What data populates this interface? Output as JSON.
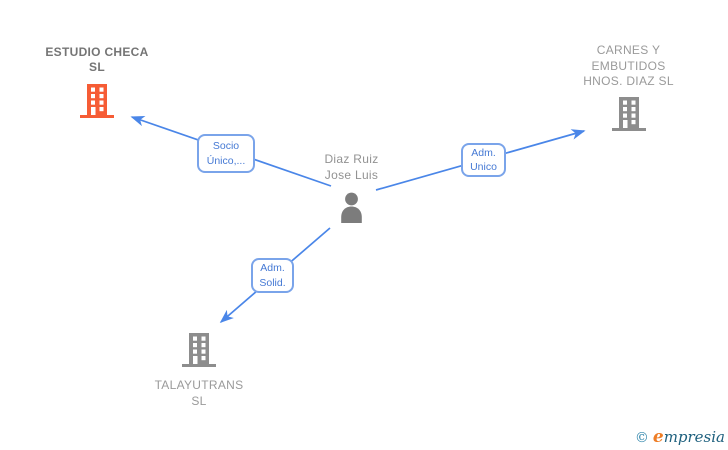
{
  "colors": {
    "edge_blue": "#4a86e8",
    "label_text_blue": "#4579d4",
    "label_border_blue": "#7aa4ea",
    "highlight_orange": "#f65c35",
    "icon_gray": "#8d8d8d",
    "company_text_gray": "#9a9a9a",
    "highlighted_text_gray": "#757575"
  },
  "graph": {
    "person": {
      "name": "Diaz Ruiz Jose Luis",
      "icon": "person-icon"
    },
    "companies": [
      {
        "name": "ESTUDIO CHECA SL",
        "icon": "building-icon",
        "highlighted": true
      },
      {
        "name": "CARNES Y EMBUTIDOS HNOS. DIAZ SL",
        "icon": "building-icon",
        "highlighted": false
      },
      {
        "name": "TALAYUTRANS SL",
        "icon": "building-icon",
        "highlighted": false
      }
    ],
    "edges": [
      {
        "from": "Diaz Ruiz Jose Luis",
        "to": "ESTUDIO CHECA SL",
        "label": "Socio Único,..."
      },
      {
        "from": "Diaz Ruiz Jose Luis",
        "to": "CARNES Y EMBUTIDOS HNOS. DIAZ SL",
        "label": "Adm. Unico"
      },
      {
        "from": "Diaz Ruiz Jose Luis",
        "to": "TALAYUTRANS SL",
        "label": "Adm. Solid."
      }
    ]
  },
  "footer": {
    "copyright": "©",
    "brand_initial": "e",
    "brand_rest": "mpresia"
  }
}
